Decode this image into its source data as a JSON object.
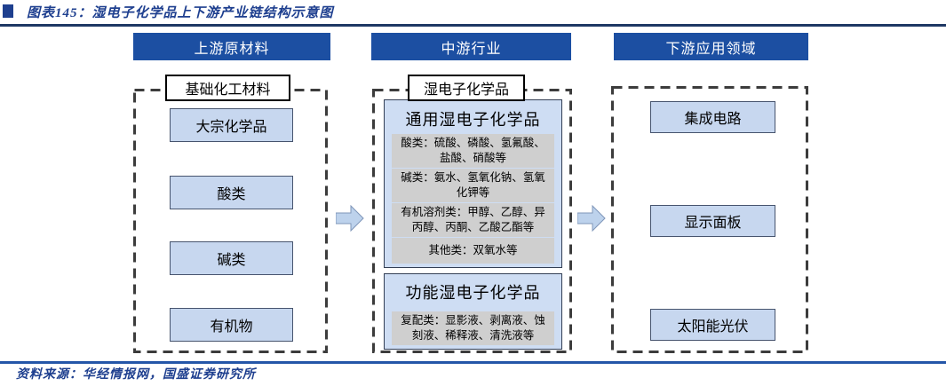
{
  "title": "图表145：湿电子化学品上下游产业链结构示意图",
  "source": "资料来源：华经情报网，国盛证券研究所",
  "upstream": {
    "header": "上游原材料",
    "label": "基础化工材料",
    "items": [
      "大宗化学品",
      "酸类",
      "碱类",
      "有机物"
    ]
  },
  "midstream": {
    "header": "中游行业",
    "label": "湿电子化学品",
    "general": {
      "title": "通用湿电子化学品",
      "items": [
        "酸类：硫酸、磷酸、氢氟酸、盐酸、硝酸等",
        "碱类：氨水、氢氧化钠、氢氧化钾等",
        "有机溶剂类：甲醇、乙醇、异丙醇、丙酮、乙酸乙酯等",
        "其他类：双氧水等"
      ]
    },
    "functional": {
      "title": "功能湿电子化学品",
      "items": [
        "复配类：显影液、剥离液、蚀刻液、稀释液、清洗液等"
      ]
    }
  },
  "downstream": {
    "header": "下游应用领域",
    "items": [
      "集成电路",
      "显示面板",
      "太阳能光伏"
    ]
  },
  "colors": {
    "header_bg": "#1C4FA2",
    "title_text": "#1E3F8F",
    "top_rule": "#1F3864",
    "bottom_rule": "#2456A8",
    "item_box_bg": "#C7D7EF",
    "group_box_bg": "#CEDDF3",
    "gray_box_bg": "#CFCFCF",
    "arrow_fill": "#BDD2EC",
    "dash_border": "#3C3C3C"
  }
}
